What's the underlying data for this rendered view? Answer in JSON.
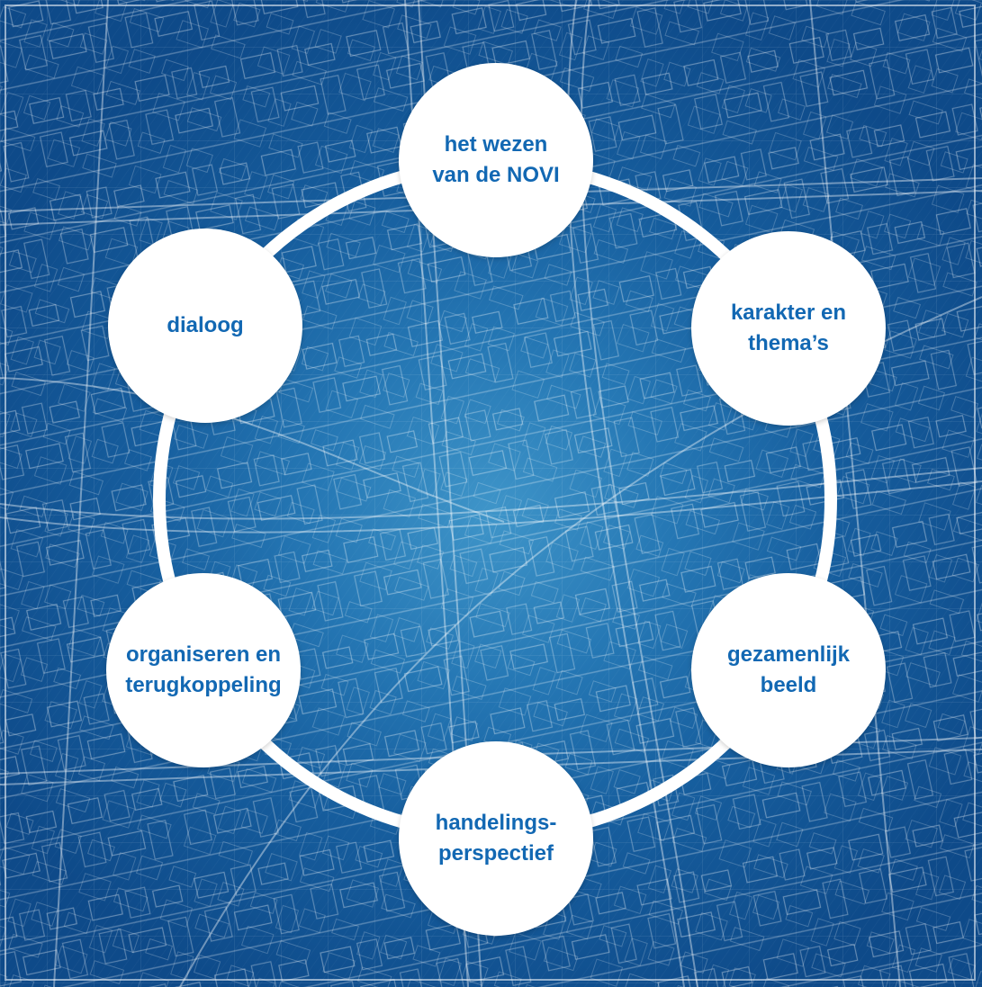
{
  "diagram": {
    "nodes": [
      {
        "label": "het wezen\nvan de NOVI"
      },
      {
        "label": "karakter en\nthema’s"
      },
      {
        "label": "gezamenlijk\nbeeld"
      },
      {
        "label": "handelings-\nperspectief"
      },
      {
        "label": "organiseren en\nterugkoppeling"
      },
      {
        "label": "dialoog"
      }
    ]
  },
  "colors": {
    "background_center": "#3f95c9",
    "background_edge": "#0e4a89",
    "ring": "#ffffff",
    "node_fill": "#ffffff",
    "node_text": "#1268b3"
  }
}
